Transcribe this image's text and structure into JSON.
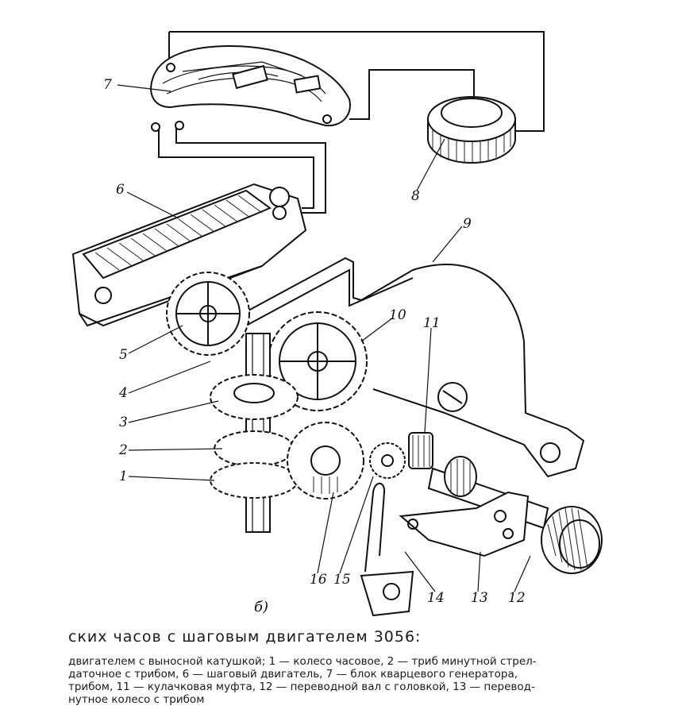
{
  "labels": {
    "l1": "1",
    "l2": "2",
    "l3": "3",
    "l4": "4",
    "l5": "5",
    "l6": "6",
    "l7": "7",
    "l8": "8",
    "l9": "9",
    "l10": "10",
    "l11": "11",
    "l12": "12",
    "l13": "13",
    "l14": "14",
    "l15": "15",
    "l16": "16"
  },
  "subfigure_label": "б)",
  "caption": {
    "title": "ских часов с шаговым  двигателем 3056:",
    "lines": [
      "двигателем с выносной катушкой; 1 — колесо часовое, 2 — триб минутной стрел-",
      "даточное с трибом, 6 — шаговый двигатель, 7 — блок кварцевого генератора,",
      "трибом, 11 — кулачковая муфта, 12 — переводной вал с головкой, 13 — перевод-",
      "нутное колесо с трибом"
    ]
  }
}
